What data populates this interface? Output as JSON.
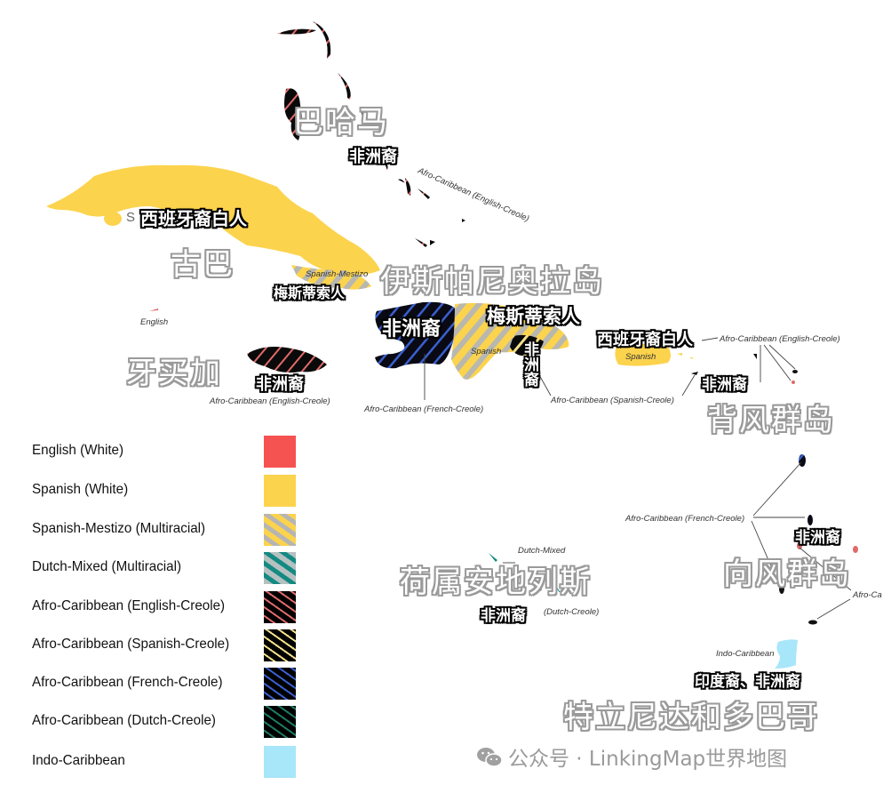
{
  "legend": {
    "items": [
      {
        "label": "English (White)",
        "fill": "#f55252",
        "stripe": null
      },
      {
        "label": "Spanish (White)",
        "fill": "#fcd34d",
        "stripe": null
      },
      {
        "label": "Spanish-Mestizo (Multiracial)",
        "fill": "#fcd34d",
        "stripe": "#b5b5b5"
      },
      {
        "label": "Dutch-Mixed (Multiracial)",
        "fill": "#b5c0c0",
        "stripe": "#138a82"
      },
      {
        "label": "Afro-Caribbean (English-Creole)",
        "fill": "#000000",
        "stripe": "#e06a6a"
      },
      {
        "label": "Afro-Caribbean (Spanish-Creole)",
        "fill": "#000000",
        "stripe": "#f5e08a"
      },
      {
        "label": "Afro-Caribbean (French-Creole)",
        "fill": "#000000",
        "stripe": "#3a5fd0"
      },
      {
        "label": "Afro-Caribbean (Dutch-Creole)",
        "fill": "#000000",
        "stripe": "#1e7a62"
      },
      {
        "label": "Indo-Caribbean",
        "fill": "#a8e6fa",
        "stripe": null
      }
    ]
  },
  "map_labels": {
    "bahamas_en": "Afro-Caribbean (English-Creole)",
    "cuba_en": "S",
    "cuba_mestizo_en": "Spanish-Mestizo",
    "cayman_en": "English",
    "jamaica_en": "Afro-Caribbean (English-Creole)",
    "haiti_en": "Afro-Caribbean (French-Creole)",
    "dr_en": "Spanish",
    "dr_afro_en": "Afro-Caribbean (Spanish-Creole)",
    "pr_en": "Spanish",
    "leeward_en": "Afro-Caribbean (English-Creole)",
    "windward_fr_en": "Afro-Caribbean (French-Creole)",
    "windward_en_en": "Afro-Ca",
    "abc_mixed_en": "Dutch-Mixed",
    "abc_creole_en": "(Dutch-Creole)",
    "trinidad_en": "Indo-Caribbean"
  },
  "cn_annotations": {
    "bahamas_name": "巴哈马",
    "bahamas_group": "非洲裔",
    "cuba_group": "西班牙裔白人",
    "cuba_name": "古巴",
    "cuba_mestizo": "梅斯蒂索人",
    "jamaica_name": "牙买加",
    "jamaica_group": "非洲裔",
    "hispaniola_name": "伊斯帕尼奥拉岛",
    "haiti_group": "非洲裔",
    "dr_mestizo": "梅斯蒂索人",
    "dr_afro": "非洲裔",
    "pr_group": "西班牙裔白人",
    "leeward_group": "非洲裔",
    "leeward_name": "背风群岛",
    "windward_group": "非洲裔",
    "windward_name": "向风群岛",
    "abc_name": "荷属安地列斯",
    "abc_group": "非洲裔",
    "trinidad_group": "印度裔、非洲裔",
    "trinidad_name": "特立尼达和多巴哥"
  },
  "watermark": {
    "text": "公众号 · LinkingMap世界地图"
  }
}
